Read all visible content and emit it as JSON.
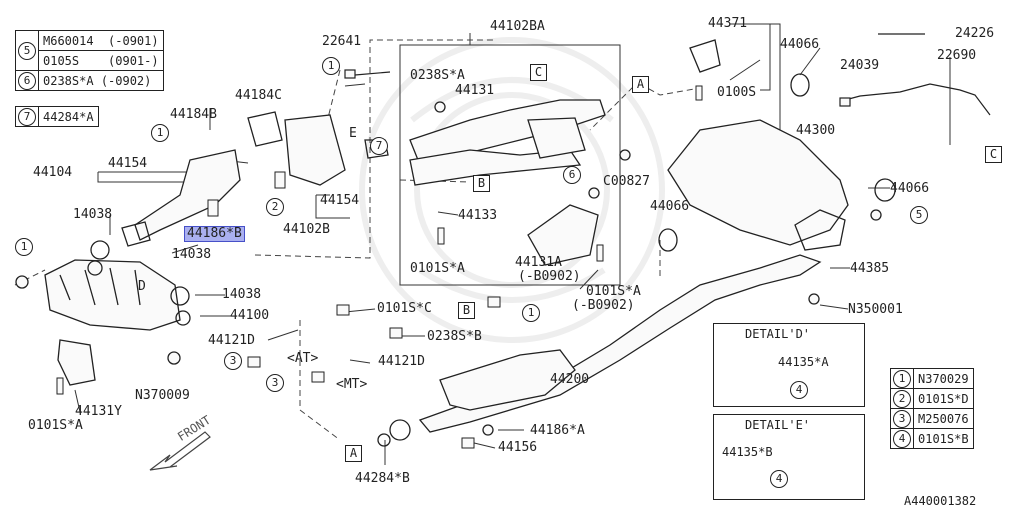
{
  "diagram_id": "A440001382",
  "legend_top": [
    {
      "num": "5",
      "code": "M660014",
      "range": "(-0901)"
    },
    {
      "num": "",
      "code": "0105S",
      "range": "(0901-)"
    },
    {
      "num": "6",
      "code": "0238S*A",
      "range": "(-0902)"
    }
  ],
  "legend_top_single": {
    "num": "7",
    "code": "44284*A"
  },
  "legend_bottom": [
    {
      "num": "1",
      "code": "N370029"
    },
    {
      "num": "2",
      "code": "0101S*D"
    },
    {
      "num": "3",
      "code": "M250076"
    },
    {
      "num": "4",
      "code": "0101S*B"
    }
  ],
  "detail_d": {
    "title": "DETAIL'D'",
    "part": "44135*A",
    "ref": "4"
  },
  "detail_e": {
    "title": "DETAIL'E'",
    "part": "44135*B",
    "ref": "4"
  },
  "front_label": "FRONT",
  "labels": {
    "p22641": "22641",
    "p44184c": "44184C",
    "p44184b": "44184B",
    "p44104": "44104",
    "p44154a": "44154",
    "p44186b": "44186*B",
    "p14038a": "14038",
    "p14038b": "14038",
    "p14038c": "14038",
    "p44100": "44100",
    "p44131y": "44131Y",
    "p0101sa_left": "0101S*A",
    "pN370009": "N370009",
    "p44102b": "44102B",
    "p44154b": "44154",
    "pE": "E",
    "pD": "D",
    "p44102ba": "44102BA",
    "p0238sa": "0238S*A",
    "p44131": "44131",
    "p44133": "44133",
    "p0101sa_mid": "0101S*A",
    "p44131a": "44131A",
    "p44131a_range": "(-B0902)",
    "p0101sa_r": "0101S*A",
    "p0101sa_r_range": "(-B0902)",
    "pC00827": "C00827",
    "p44371": "44371",
    "p0100s": "0100S",
    "p44066a": "44066",
    "p44066b": "44066",
    "p44066c": "44066",
    "p44300": "44300",
    "p24226": "24226",
    "p24039": "24039",
    "p22690": "22690",
    "p44385": "44385",
    "pN350001": "N350001",
    "p0101sc": "0101S*C",
    "p0238sb": "0238S*B",
    "p44121d_a": "44121D",
    "p44121d_b": "44121D",
    "pAT": "<AT>",
    "pMT": "<MT>",
    "p44200": "44200",
    "p44186a": "44186*A",
    "p44156": "44156",
    "p44284b": "44284*B"
  },
  "markers": {
    "c1_top": "1",
    "c1_left": "1",
    "c1_mid": "1",
    "c2": "2",
    "c3_a": "3",
    "c3_b": "3",
    "c5": "5",
    "c6": "6",
    "c7": "7",
    "sqA_top": "A",
    "sqA_bot": "A",
    "sqB_a": "B",
    "sqB_b": "B",
    "sqC_a": "C",
    "sqC_b": "C"
  },
  "colors": {
    "line": "#222222",
    "highlight": "#aab0f0",
    "watermark": "#eeeeee"
  }
}
